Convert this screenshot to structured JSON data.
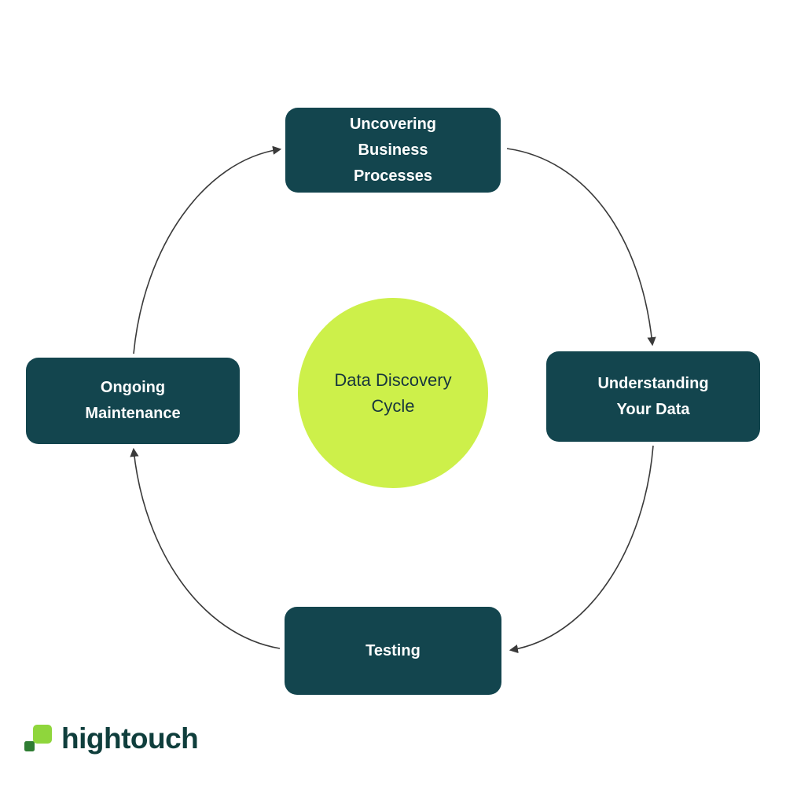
{
  "diagram": {
    "center": {
      "label": "Data Discovery\nCycle"
    },
    "nodes": [
      {
        "id": "top",
        "label": "Uncovering\nBusiness\nProcesses"
      },
      {
        "id": "right",
        "label": "Understanding\nYour Data"
      },
      {
        "id": "bottom",
        "label": "Testing"
      },
      {
        "id": "left",
        "label": "Ongoing\nMaintenance"
      }
    ],
    "colors": {
      "node_bg": "#13454e",
      "node_text": "#ffffff",
      "center_bg": "#cdf04a",
      "center_text": "#17353d",
      "arrow": "#3a3a3a",
      "logo_lime": "#8fd63c",
      "logo_dark": "#2f7d33",
      "wordmark": "#0f3e3c"
    }
  },
  "footer": {
    "brand": "hightouch"
  }
}
